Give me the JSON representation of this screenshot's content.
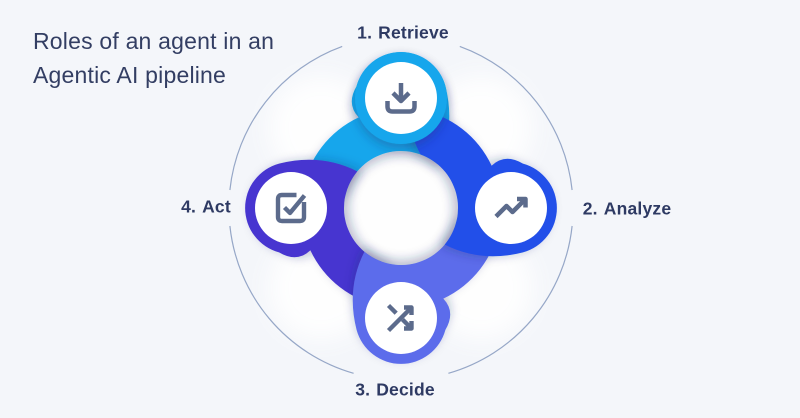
{
  "title": {
    "line1": "Roles of an agent in an",
    "line2": "Agentic AI pipeline"
  },
  "steps": [
    {
      "number": "1.",
      "label": "Retrieve",
      "icon": "download-icon",
      "color": "#14a6ec"
    },
    {
      "number": "2.",
      "label": "Analyze",
      "icon": "trending-up-icon",
      "color": "#2450e9"
    },
    {
      "number": "3.",
      "label": "Decide",
      "icon": "shuffle-icon",
      "color": "#5c6ceb"
    },
    {
      "number": "4.",
      "label": "Act",
      "icon": "check-square-icon",
      "color": "#4634d0"
    }
  ],
  "colors": {
    "background": "#f4f6fa",
    "title_text": "#333e63",
    "label_text": "#2e3a63",
    "icon_stroke": "#5c6b8c",
    "ring_line": "#96a7c7",
    "backdrop_glow": "#ffffff"
  }
}
